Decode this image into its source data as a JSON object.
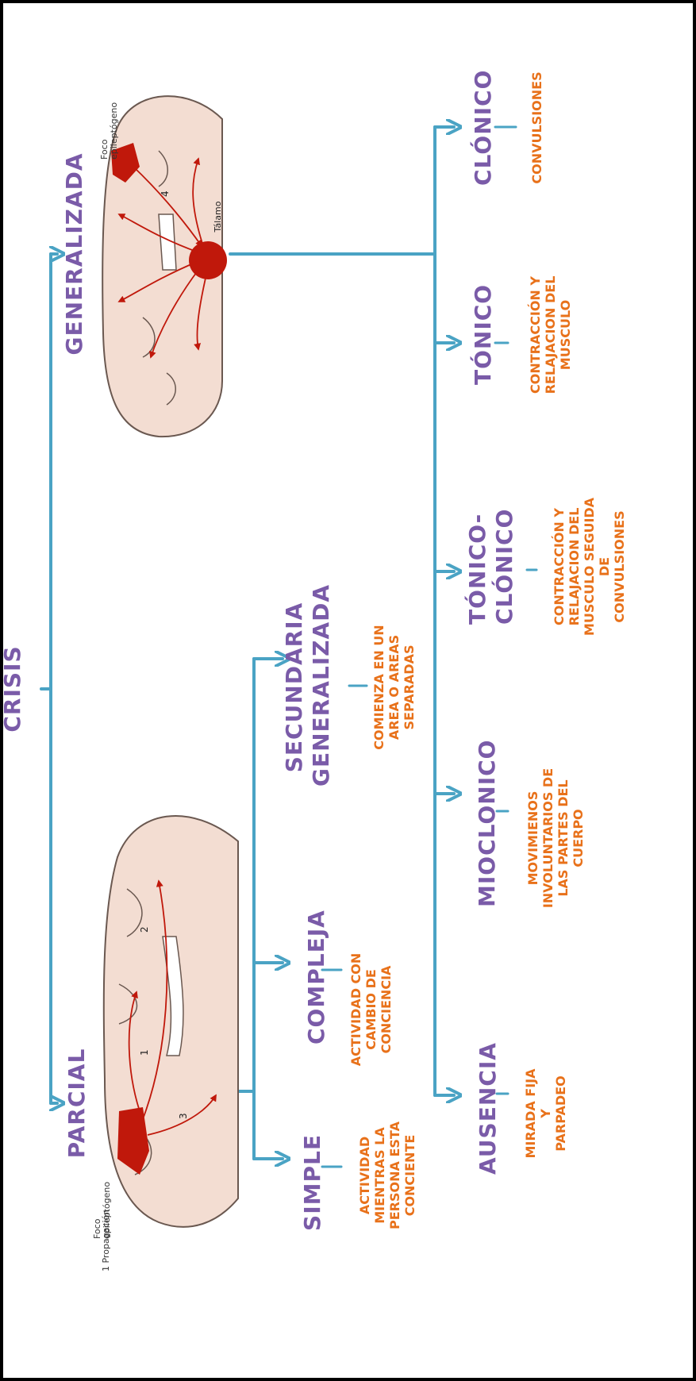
{
  "colors": {
    "connector": "#4aa3c4",
    "heading": "#7a5ba8",
    "description": "#e8711a",
    "focus": "#c0180b",
    "brain": "#f3ddd2",
    "brain_outline": "#6a5850"
  },
  "root": {
    "title": "CRISIS"
  },
  "branches": {
    "partial": "PARCIAL",
    "generalized": "GENERALIZADA"
  },
  "partial_types": [
    {
      "title": "SIMPLE",
      "description": "ACTIVIDAD\nMIENTRAS LA\nPERSONA ESTA\nCONCIENTE"
    },
    {
      "title": "COMPLEJA",
      "description": "ACTIVIDAD CON\nCAMBIO DE\nCONCIENCIA"
    },
    {
      "title": "SECUNDARIA\nGENERALIZADA",
      "description": "COMIENZA EN UN\nAREA O AREAS\nSEPARADAS"
    }
  ],
  "generalized_types": [
    {
      "title": "AUSENCIA",
      "description": "MIRADA FIJA Y\nPARPADEO"
    },
    {
      "title": "MIOCLONICO",
      "description": "MOVIMIENOS\nINVOLUNTARIOS DE\nLAS PARTES DEL\nCUERPO"
    },
    {
      "title": "TÓNICO-\nCLÓNICO",
      "description": "CONTRACCIÓN Y\nRELAJACION DEL\nMUSCULO SEGUIDA DE\nCONVULSIONES"
    },
    {
      "title": "TÓNICO",
      "description": "CONTRACCIÓN Y\nRELAJACION DEL\nMUSCULO"
    },
    {
      "title": "CLÓNICO",
      "description": "CONVULSIONES"
    }
  ],
  "brain_partial": {
    "propagation_label": "1 Propagación",
    "focus_label": "Foco\nepileptógeno",
    "paths": [
      "1",
      "2",
      "3"
    ]
  },
  "brain_generalized": {
    "focus_label": "Foco\nepileptógeno",
    "thalamus_label": "Tálamo",
    "paths": [
      "4"
    ]
  }
}
